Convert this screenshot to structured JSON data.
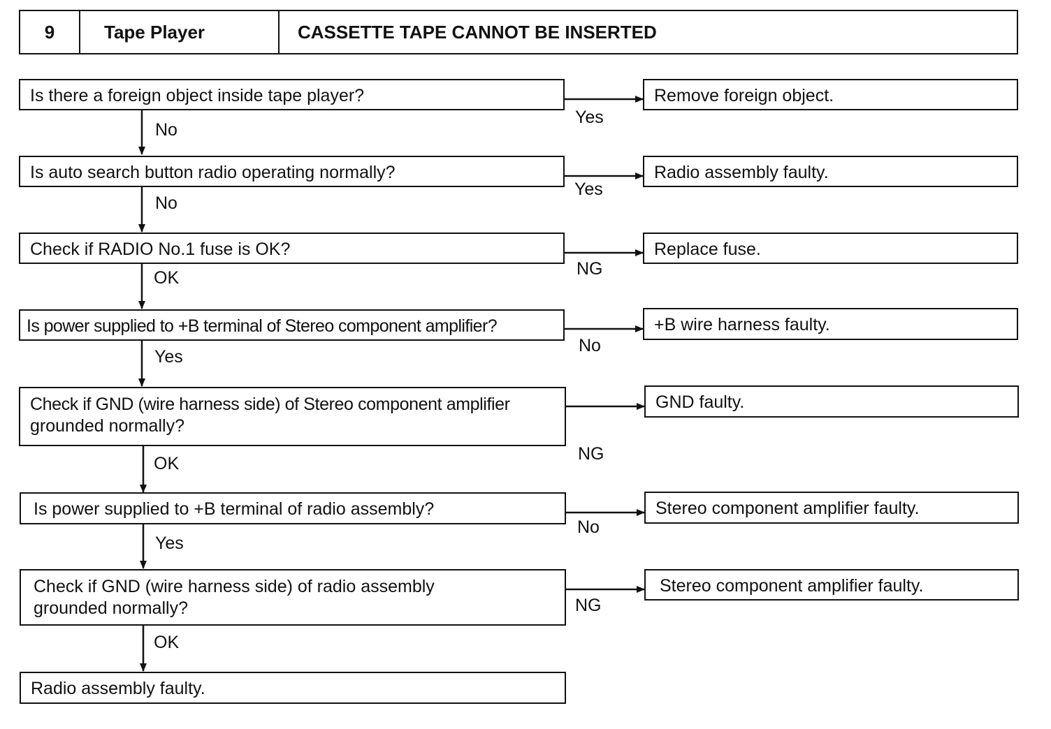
{
  "header": {
    "number": "9",
    "system": "Tape Player",
    "title": "CASSETTE TAPE CANNOT BE INSERTED"
  },
  "steps": [
    {
      "question": [
        "Is there a foreign object inside tape player?"
      ],
      "side_label": "Yes",
      "side_result": "Remove foreign object.",
      "down_label": "No"
    },
    {
      "question": [
        "Is auto search button radio operating normally?"
      ],
      "side_label": "Yes",
      "side_result": "Radio assembly faulty.",
      "down_label": "No"
    },
    {
      "question": [
        "Check if RADIO No.1 fuse is OK?"
      ],
      "side_label": "NG",
      "side_result": "Replace fuse.",
      "down_label": "OK"
    },
    {
      "question": [
        "Is power supplied to +B terminal of Stereo component amplifier?"
      ],
      "side_label": "No",
      "side_result": "+B wire harness faulty.",
      "down_label": "Yes"
    },
    {
      "question": [
        "Check if GND (wire harness side) of Stereo component amplifier",
        "grounded normally?"
      ],
      "side_label": "NG",
      "side_result": "GND faulty.",
      "down_label": "OK"
    },
    {
      "question": [
        "Is power supplied to +B terminal of radio assembly?"
      ],
      "side_label": "No",
      "side_result": "Stereo component amplifier faulty.",
      "down_label": "Yes"
    },
    {
      "question": [
        "Check if GND (wire harness side) of radio assembly",
        "grounded normally?"
      ],
      "side_label": "NG",
      "side_result": "Stereo component amplifier faulty.",
      "down_label": "OK"
    }
  ],
  "final_result": "Radio assembly faulty."
}
